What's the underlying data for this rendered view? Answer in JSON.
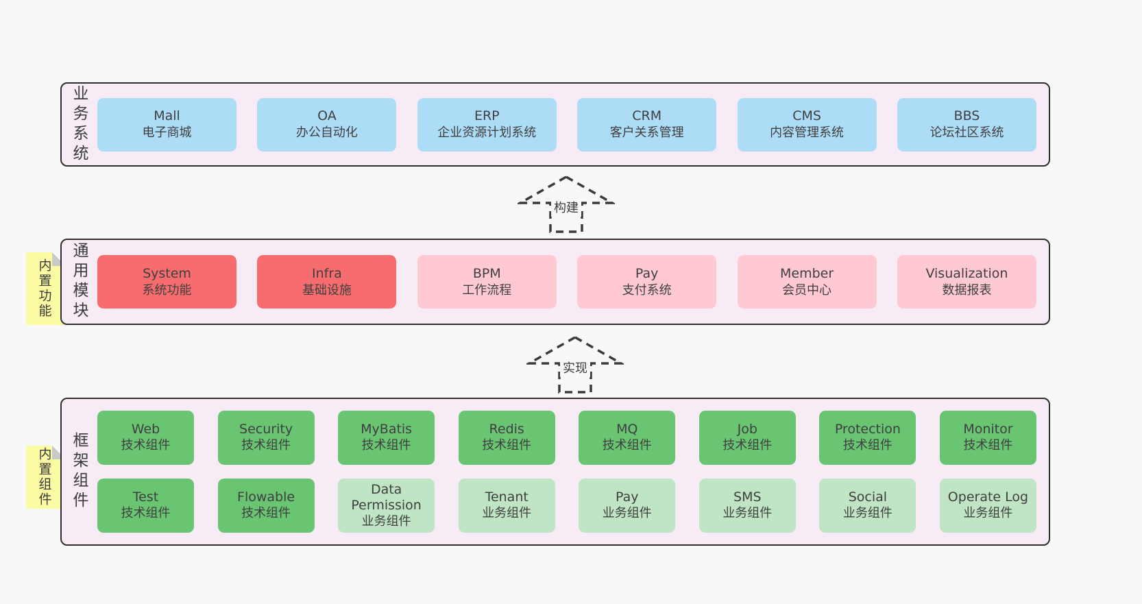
{
  "colors": {
    "page_bg": "#f8f8f8",
    "band_bg": "#f7ecf5",
    "band_border": "#2e2e2e",
    "blue": "#addcf7",
    "red": "#f76c6e",
    "pink": "#fec9d3",
    "green": "#6ac573",
    "green_light": "#bfe5c5",
    "note_yellow": "#fbfba3",
    "text": "#3f3f3f"
  },
  "layers": {
    "business": {
      "label": "业务系统",
      "boxes": [
        {
          "title": "Mall",
          "subtitle": "电子商城"
        },
        {
          "title": "OA",
          "subtitle": "办公自动化"
        },
        {
          "title": "ERP",
          "subtitle": "企业资源计划系统"
        },
        {
          "title": "CRM",
          "subtitle": "客户关系管理"
        },
        {
          "title": "CMS",
          "subtitle": "内容管理系统"
        },
        {
          "title": "BBS",
          "subtitle": "论坛社区系统"
        }
      ]
    },
    "modules": {
      "label": "通用模块",
      "note": "内置功能",
      "boxes": [
        {
          "title": "System",
          "subtitle": "系统功能"
        },
        {
          "title": "Infra",
          "subtitle": "基础设施"
        },
        {
          "title": "BPM",
          "subtitle": "工作流程"
        },
        {
          "title": "Pay",
          "subtitle": "支付系统"
        },
        {
          "title": "Member",
          "subtitle": "会员中心"
        },
        {
          "title": "Visualization",
          "subtitle": "数据报表"
        }
      ]
    },
    "components": {
      "label": "框架组件",
      "note": "内置组件",
      "row1": [
        {
          "title": "Web",
          "subtitle": "技术组件"
        },
        {
          "title": "Security",
          "subtitle": "技术组件"
        },
        {
          "title": "MyBatis",
          "subtitle": "技术组件"
        },
        {
          "title": "Redis",
          "subtitle": "技术组件"
        },
        {
          "title": "MQ",
          "subtitle": "技术组件"
        },
        {
          "title": "Job",
          "subtitle": "技术组件"
        },
        {
          "title": "Protection",
          "subtitle": "技术组件"
        },
        {
          "title": "Monitor",
          "subtitle": "技术组件"
        }
      ],
      "row2": [
        {
          "title": "Test",
          "subtitle": "技术组件"
        },
        {
          "title": "Flowable",
          "subtitle": "技术组件"
        },
        {
          "title": "Data Permission",
          "subtitle": "业务组件"
        },
        {
          "title": "Tenant",
          "subtitle": "业务组件"
        },
        {
          "title": "Pay",
          "subtitle": "业务组件"
        },
        {
          "title": "SMS",
          "subtitle": "业务组件"
        },
        {
          "title": "Social",
          "subtitle": "业务组件"
        },
        {
          "title": "Operate Log",
          "subtitle": "业务组件"
        }
      ]
    }
  },
  "arrows": {
    "build": "构建",
    "implement": "实现"
  }
}
